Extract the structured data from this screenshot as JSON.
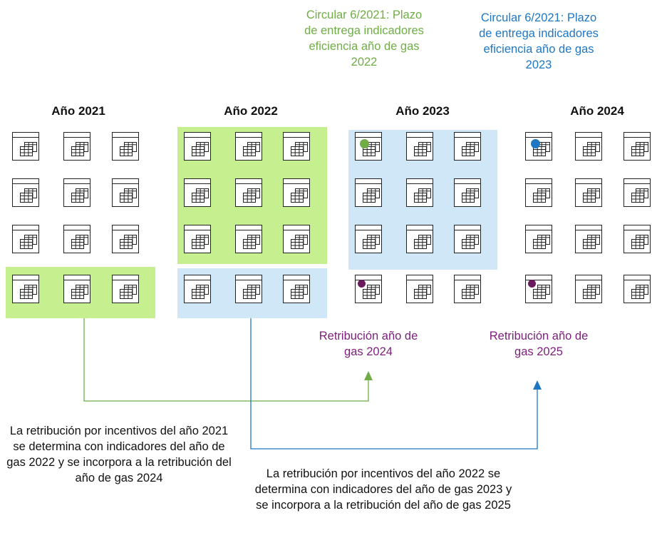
{
  "years": [
    "Año 2021",
    "Año 2022",
    "Año 2023",
    "Año 2024"
  ],
  "notes": {
    "green": "Circular 6/2021: Plazo de entrega indicadores eficiencia año de gas 2022",
    "blue": "Circular 6/2021: Plazo de entrega indicadores eficiencia año de gas 2023",
    "ret2024": "Retribución año de gas 2024",
    "ret2025": "Retribución año de gas 2025"
  },
  "captions": {
    "left": "La retribución por incentivos del año 2021 se determina con indicadores del año de gas 2022 y se incorpora a la retribución del año de gas 2024",
    "right": "La retribución por incentivos del año 2022 se determina con indicadores del año de gas 2023 y se incorpora a la retribución del año de gas 2025"
  },
  "colors": {
    "green_highlight": "#c6ef8f",
    "blue_highlight": "#cfe7f7",
    "green_text": "#70ad47",
    "blue_text": "#1f77c4",
    "purple_text": "#7b1f7b",
    "green_marker": "#70ad47",
    "blue_marker": "#1f77c4",
    "purple_marker": "#6a1b5c"
  },
  "icons": {
    "calendar": "calendar-icon",
    "marker": "circle-marker-icon",
    "arrow": "arrow-up-icon"
  }
}
